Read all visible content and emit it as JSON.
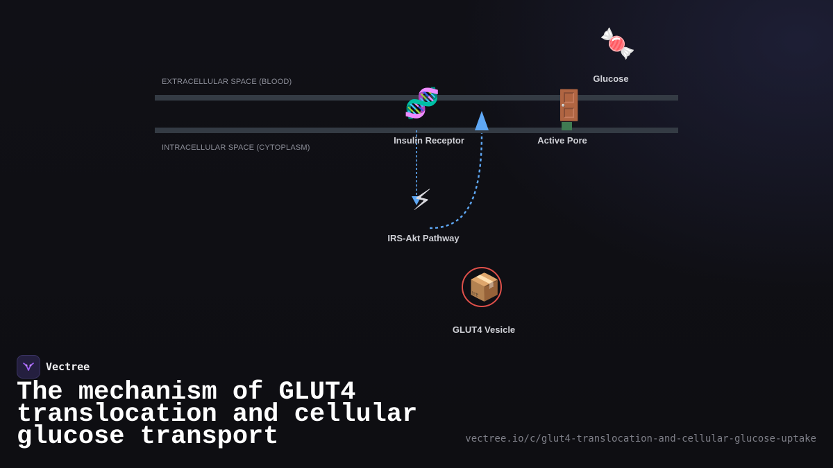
{
  "diagram": {
    "extracellular_label": "EXTRACELLULAR SPACE (BLOOD)",
    "intracellular_label": "INTRACELLULAR SPACE (CYTOPLASM)",
    "nodes": {
      "glucose": {
        "icon": "🍬",
        "icon_name": "candy-icon",
        "label": "Glucose"
      },
      "insulin_receptor": {
        "icon": "🧬",
        "icon_name": "dna-icon",
        "label": "Insulin Receptor"
      },
      "active_pore": {
        "icon": "🚪",
        "icon_name": "door-icon",
        "label": "Active Pore"
      },
      "irs_akt": {
        "icon": "⚡",
        "icon_name": "lightning-icon",
        "label": "IRS-Akt Pathway"
      },
      "glut4_vesicle": {
        "icon": "📦",
        "icon_name": "package-icon",
        "label": "GLUT4 Vesicle"
      }
    },
    "colors": {
      "membrane": "#343b44",
      "arrow": "#5fa8f5",
      "vesicle_ring": "#e0504a",
      "pore_stem": "#3f7a52"
    }
  },
  "brand": {
    "name": "Vectree"
  },
  "title": "The mechanism of GLUT4 translocation and cellular glucose transport",
  "url": "vectree.io/c/glut4-translocation-and-cellular-glucose-uptake"
}
